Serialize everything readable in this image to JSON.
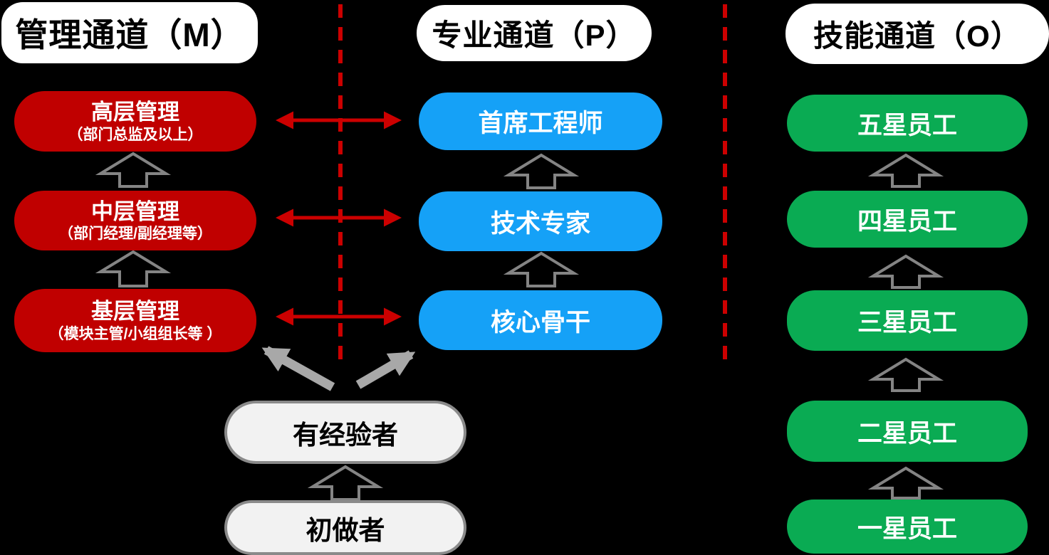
{
  "colors": {
    "background": "#000000",
    "header_bg": "#FFFFFF",
    "channel_red": "#C00000",
    "channel_blue": "#15A1F7",
    "channel_green": "#0AAB53",
    "arrow_red": "#CC0000",
    "arrow_outline_gray": "#848484",
    "thick_arrow_gray": "#A8A8A8",
    "entry_box_bg": "#F2F2F2",
    "entry_box_border": "#8A8A8A"
  },
  "columns": {
    "management": {
      "header": "管理通道（M）",
      "levels": [
        {
          "title": "高层管理",
          "subtitle": "（部门总监及以上）"
        },
        {
          "title": "中层管理",
          "subtitle": "（部门经理/副经理等）"
        },
        {
          "title": "基层管理",
          "subtitle": "（模块主管/小组组长等 ）"
        }
      ]
    },
    "professional": {
      "header": "专业通道（P）",
      "levels": [
        {
          "title": "首席工程师"
        },
        {
          "title": "技术专家"
        },
        {
          "title": "核心骨干"
        }
      ]
    },
    "skill": {
      "header": "技能通道（O）",
      "levels": [
        {
          "title": "五星员工"
        },
        {
          "title": "四星员工"
        },
        {
          "title": "三星员工"
        },
        {
          "title": "二星员工"
        },
        {
          "title": "一星员工"
        }
      ]
    }
  },
  "entry_path": {
    "levels": [
      {
        "title": "有经验者"
      },
      {
        "title": "初做者"
      }
    ]
  }
}
